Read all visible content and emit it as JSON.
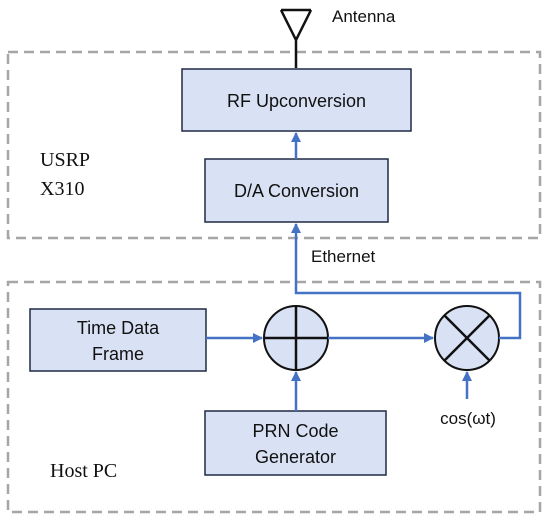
{
  "antenna": {
    "label": "Antenna"
  },
  "usrp": {
    "label_line1": "USRP",
    "label_line2": "X310",
    "rf_upconversion": "RF Upconversion",
    "da_conversion": "D/A Conversion"
  },
  "link": {
    "label": "Ethernet"
  },
  "host": {
    "label": "Host PC",
    "time_data_frame_line1": "Time Data",
    "time_data_frame_line2": "Frame",
    "prn_code_generator_line1": "PRN Code",
    "prn_code_generator_line2": "Generator",
    "carrier_label": "cos(ωt)"
  },
  "colors": {
    "block_fill": "#d9e1f4",
    "flow_line": "#4472c4",
    "region_border": "#a6a6a6"
  }
}
